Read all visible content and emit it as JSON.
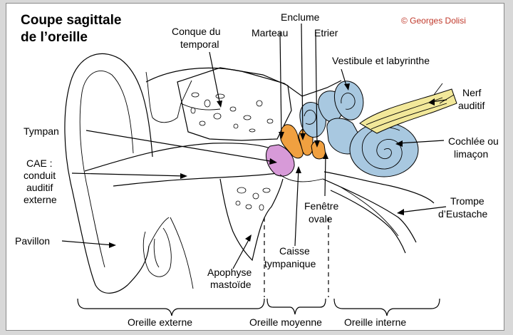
{
  "title": {
    "line1": "Coupe sagittale",
    "line2": "de l’oreille"
  },
  "copyright": {
    "text": "© Georges Dolisi",
    "color": "#c0392b"
  },
  "labels": {
    "enclume": "Enclume",
    "marteau": "Marteau",
    "etrier": "Etrier",
    "conque1": "Conque du",
    "conque2": "temporal",
    "vestibule": "Vestibule et labyrinthe",
    "nerf1": "Nerf",
    "nerf2": "auditif",
    "tympan": "Tympan",
    "cochlee1": "Cochlée ou",
    "cochlee2": "limaçon",
    "cae1": "CAE :",
    "cae2": "conduit",
    "cae3": "auditif",
    "cae4": "externe",
    "fenetre1": "Fenêtre",
    "fenetre2": "ovale",
    "trompe1": "Trompe",
    "trompe2": "d’Eustache",
    "pavillon": "Pavillon",
    "caisse1": "Caisse",
    "caisse2": "tympanique",
    "apophyse1": "Apophyse",
    "apophyse2": "mastoïde"
  },
  "regions": {
    "externe": "Oreille externe",
    "moyenne": "Oreille moyenne",
    "interne": "Oreille interne"
  },
  "colors": {
    "ossicles": "#f0a040",
    "tympan": "#d79ad8",
    "labyrinth": "#a8c8e0",
    "nerve": "#f2e89a",
    "copyright": "#c0392b"
  }
}
